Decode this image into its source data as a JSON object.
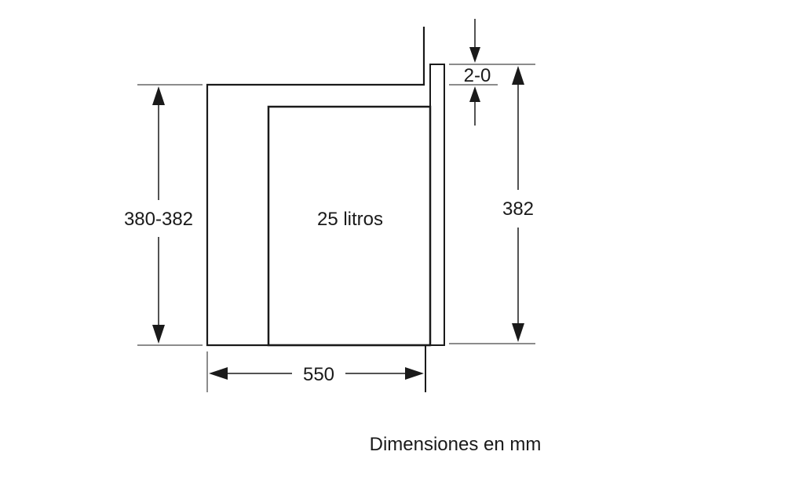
{
  "diagram": {
    "height_left_label": "380-382",
    "height_right_label": "382",
    "depth_label": "550",
    "gap_label": "2-0",
    "capacity_label": "25 litros",
    "caption": "Dimensiones en mm",
    "line_color": "#1a1a1a",
    "background": "#ffffff"
  }
}
